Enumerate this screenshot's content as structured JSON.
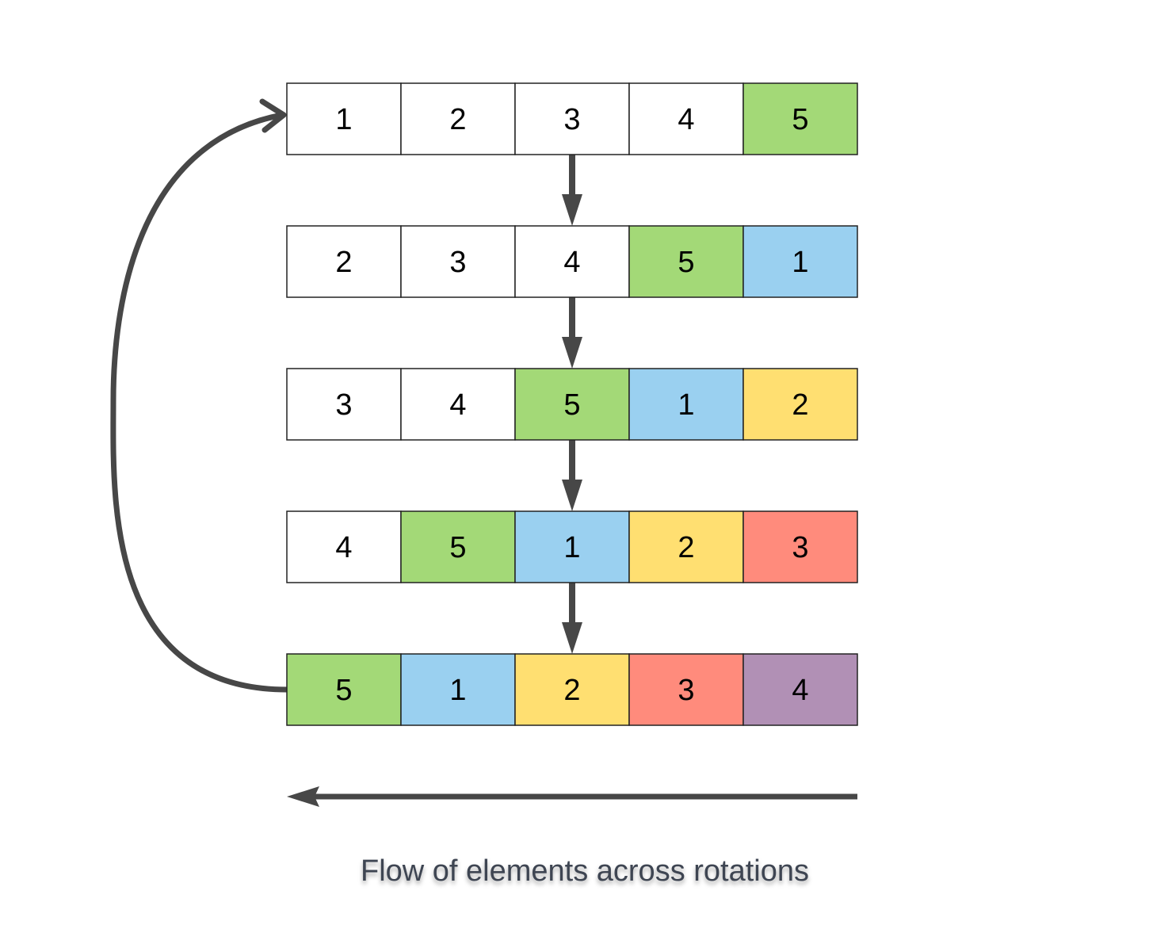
{
  "palette": {
    "1": "#9ad0f0",
    "2": "#ffdf71",
    "3": "#ff8b7c",
    "4": "#b190b5",
    "5": "#a3d977",
    "plain": "#ffffff",
    "border": "#222222",
    "arrow": "#474747"
  },
  "rows": [
    [
      {
        "value": "1",
        "color_key": "plain"
      },
      {
        "value": "2",
        "color_key": "plain"
      },
      {
        "value": "3",
        "color_key": "plain"
      },
      {
        "value": "4",
        "color_key": "plain"
      },
      {
        "value": "5",
        "color_key": "5"
      }
    ],
    [
      {
        "value": "2",
        "color_key": "plain"
      },
      {
        "value": "3",
        "color_key": "plain"
      },
      {
        "value": "4",
        "color_key": "plain"
      },
      {
        "value": "5",
        "color_key": "5"
      },
      {
        "value": "1",
        "color_key": "1"
      }
    ],
    [
      {
        "value": "3",
        "color_key": "plain"
      },
      {
        "value": "4",
        "color_key": "plain"
      },
      {
        "value": "5",
        "color_key": "5"
      },
      {
        "value": "1",
        "color_key": "1"
      },
      {
        "value": "2",
        "color_key": "2"
      }
    ],
    [
      {
        "value": "4",
        "color_key": "plain"
      },
      {
        "value": "5",
        "color_key": "5"
      },
      {
        "value": "1",
        "color_key": "1"
      },
      {
        "value": "2",
        "color_key": "2"
      },
      {
        "value": "3",
        "color_key": "3"
      }
    ],
    [
      {
        "value": "5",
        "color_key": "5"
      },
      {
        "value": "1",
        "color_key": "1"
      },
      {
        "value": "2",
        "color_key": "2"
      },
      {
        "value": "3",
        "color_key": "3"
      },
      {
        "value": "4",
        "color_key": "4"
      }
    ]
  ],
  "caption": "Flow of elements across rotations"
}
